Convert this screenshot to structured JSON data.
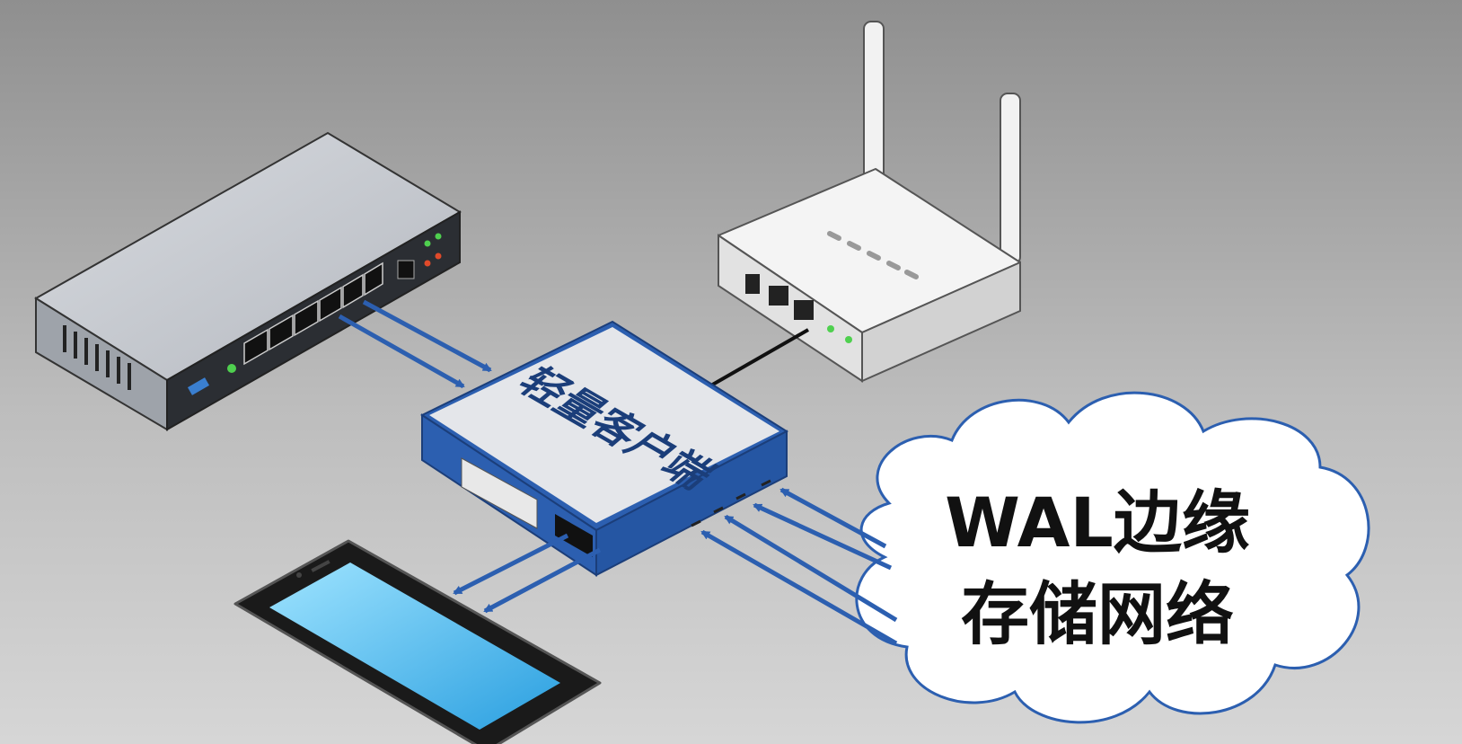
{
  "diagram": {
    "client_label": "轻量客户端",
    "cloud_label_line1": "WAL边缘",
    "cloud_label_line2": "存储网络",
    "colors": {
      "accent_blue": "#2c5fb0",
      "background": "#b8b8b8",
      "led_green": "#4fd04f",
      "led_red": "#e04a2a"
    },
    "nodes": [
      "network-switch",
      "wifi-router",
      "lightweight-client",
      "smartphone",
      "wal-edge-storage-cloud"
    ]
  }
}
